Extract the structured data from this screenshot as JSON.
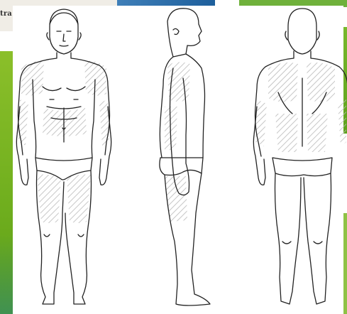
{
  "background": {
    "top_left_text": "tra",
    "colors": {
      "green": "#6fb13b",
      "blue": "#1e5f9c",
      "teal": "#2e8a7a"
    }
  },
  "figures": [
    {
      "view": "front"
    },
    {
      "view": "side"
    },
    {
      "view": "back"
    }
  ],
  "colors": {
    "outline": "#222222",
    "hatch": "#b8b8b8"
  }
}
